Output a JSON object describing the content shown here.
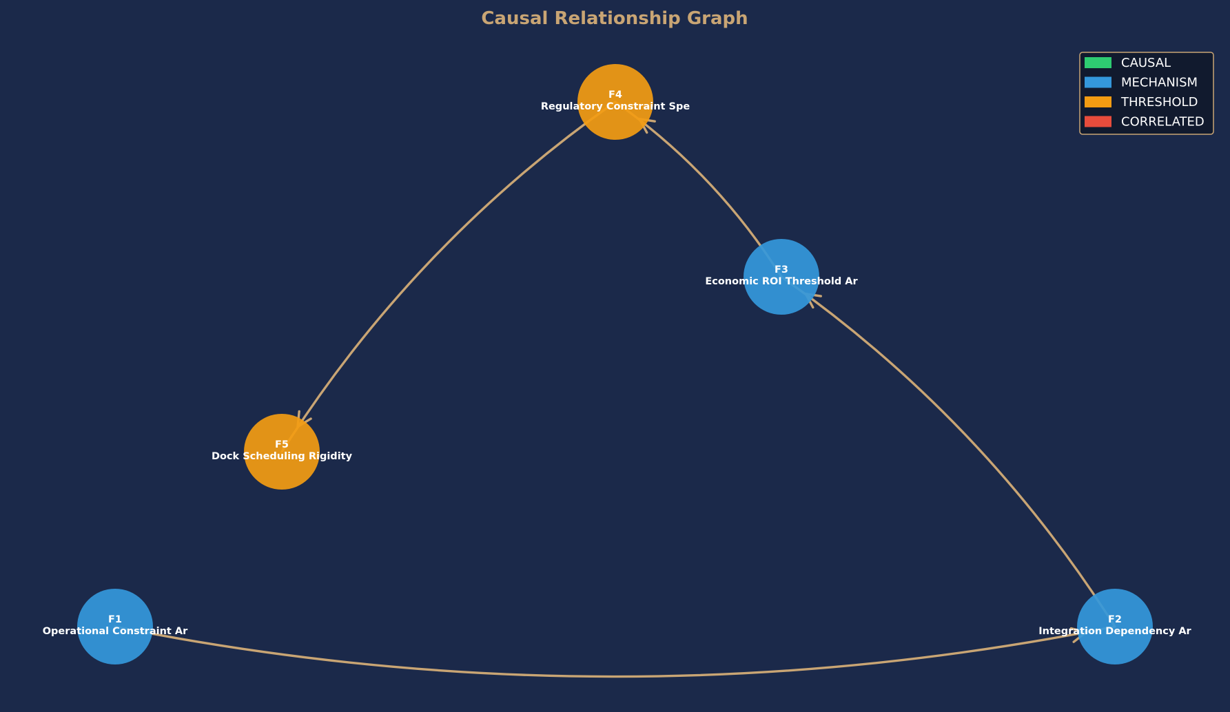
{
  "title": "Causal Relationship Graph",
  "colors": {
    "background": "#1b294a",
    "title": "#c9a574",
    "edge": "#c9a574",
    "causal": "#2ecc71",
    "mechanism": "#3498db",
    "threshold": "#f39c12",
    "correlated": "#e74c3c"
  },
  "legend": [
    {
      "label": "CAUSAL",
      "color": "#2ecc71"
    },
    {
      "label": "MECHANISM",
      "color": "#3498db"
    },
    {
      "label": "THRESHOLD",
      "color": "#f39c12"
    },
    {
      "label": "CORRELATED",
      "color": "#e74c3c"
    }
  ],
  "nodes": [
    {
      "id": "F1",
      "label": "Operational Constraint Ar",
      "type": "MECHANISM"
    },
    {
      "id": "F2",
      "label": "Integration Dependency Ar",
      "type": "MECHANISM"
    },
    {
      "id": "F3",
      "label": "Economic ROI Threshold Ar",
      "type": "MECHANISM"
    },
    {
      "id": "F4",
      "label": "Regulatory Constraint Spe",
      "type": "THRESHOLD"
    },
    {
      "id": "F5",
      "label": "Dock Scheduling Rigidity",
      "type": "THRESHOLD"
    }
  ],
  "edges": [
    {
      "from": "F1",
      "to": "F2"
    },
    {
      "from": "F2",
      "to": "F3"
    },
    {
      "from": "F3",
      "to": "F4"
    },
    {
      "from": "F4",
      "to": "F5"
    }
  ]
}
